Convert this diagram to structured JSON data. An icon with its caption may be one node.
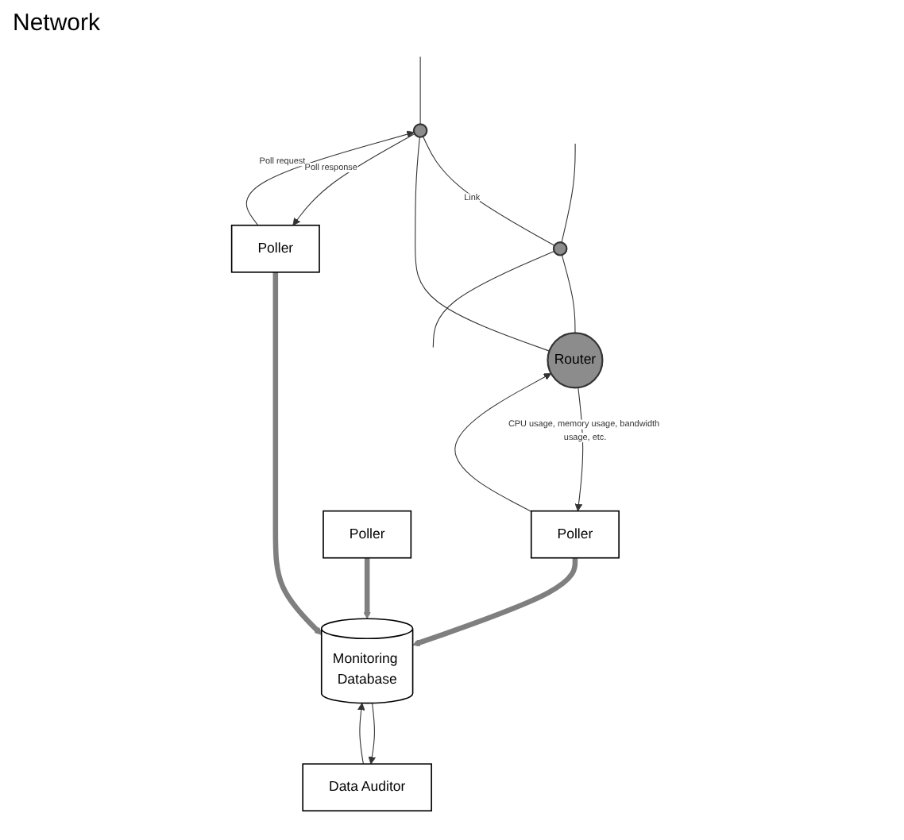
{
  "diagram": {
    "nodes": [
      {
        "text": [],
        "shape": "circle"
      },
      {
        "text": [],
        "shape": "circle"
      },
      {
        "text": [
          "Router"
        ]
      },
      {
        "text": [
          "Poller"
        ]
      },
      {
        "text": [
          "Poller"
        ]
      },
      {
        "text": [
          "Poller"
        ]
      },
      {
        "text": [
          "Monitoring Database"
        ]
      },
      {
        "text": [
          "Data Auditor"
        ]
      }
    ],
    "edges": [
      {
        "from": 0,
        "to": 1,
        "arrow": "none",
        "label": "Link"
      },
      {
        "from": 0,
        "to": 2,
        "arrow": "none"
      },
      {
        "from": 1,
        "to": 2,
        "arrow": "none"
      },
      {
        "from": null,
        "to": 0,
        "arrow": "none"
      },
      {
        "from": null,
        "to": 1,
        "arrow": "none"
      },
      {
        "from": 1,
        "to": null,
        "arrow": "none"
      },
      {
        "from": 3,
        "to": 0,
        "arrow": "to",
        "label": "Poll request"
      },
      {
        "from": 0,
        "to": 3,
        "arrow": "to",
        "label": "Poll response"
      },
      {
        "from": 4,
        "to": 2,
        "arrow": "to"
      },
      {
        "from": 2,
        "to": 4,
        "arrow": "to",
        "label": "CPU usage, memory usage, bandwidth usage, etc."
      },
      {
        "from": 3,
        "to": 6,
        "arrow": "to",
        "style": "thick",
        "color": "#7f7f7f"
      },
      {
        "from": 4,
        "to": 6,
        "arrow": "to",
        "style": "thick",
        "color": "#7f7f7f"
      },
      {
        "from": 5,
        "to": 6,
        "arrow": "to",
        "style": "thick",
        "color": "#7f7f7f"
      },
      {
        "from": 6,
        "to": 7,
        "arrow": "to"
      },
      {
        "from": 7,
        "to": 6,
        "arrow": "to"
      }
    ],
    "labels": [
      "Network"
    ]
  }
}
